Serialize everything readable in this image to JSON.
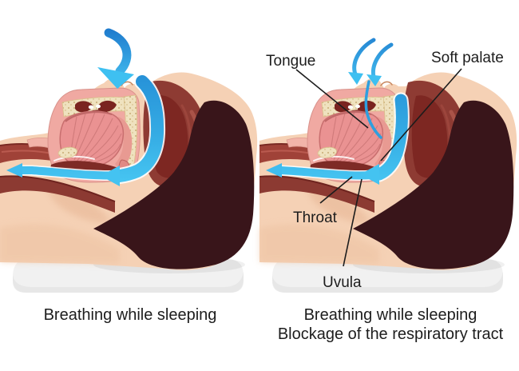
{
  "panels": {
    "left": {
      "caption_lines": [
        "Breathing while sleeping"
      ]
    },
    "right": {
      "caption_lines": [
        "Breathing while sleeping",
        "Blockage of the respiratory tract"
      ],
      "labels": {
        "tongue": "Tongue",
        "soft_palate": "Soft palate",
        "throat": "Throat",
        "uvula": "Uvula"
      }
    }
  },
  "colors": {
    "background": "#FFFFFF",
    "skin": "#F5D1B5",
    "skin_shadow": "#E3AE8C",
    "hair": "#39151A",
    "pillow": "#F1F1F1",
    "pillow_edge": "#E6E6E6",
    "mouth_pink": "#F0A9A2",
    "tongue": "#EA9292",
    "tongue_stripe": "#CE7878",
    "throat_red": "#8E3B33",
    "cavity_dark": "#7A2420",
    "mouth_floor": "#7E2B26",
    "bone_cream": "#EFE2BF",
    "bone_speckle": "#B3904F",
    "tube_upper": "#A04238",
    "tube_lower": "#8C3A32",
    "airflow_blue": "#35A9E1",
    "arrow_blue_dark": "#1F7CCE",
    "arrow_blue_light": "#49C8F4",
    "label_text": "#1D1D1D",
    "pointer_line": "#1C1C1C"
  }
}
